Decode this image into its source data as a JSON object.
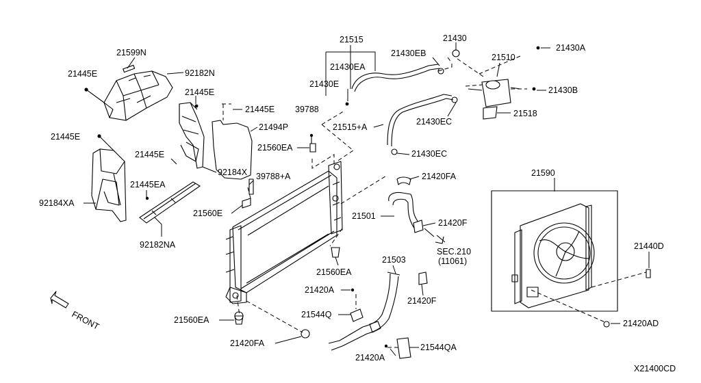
{
  "diagram_id": "X21400CD",
  "front_label": "FRONT",
  "callouts": {
    "p21599N": "21599N",
    "p92182N": "92182N",
    "p21445E_a": "21445E",
    "p21445E_b": "21445E",
    "p21445E_c": "21445E",
    "p21445E_d": "21445E",
    "p21445E_e": "21445E",
    "p21494P": "21494P",
    "p92184X": "92184X",
    "p92184XA": "92184XA",
    "p21445EA": "21445EA",
    "p92182NA": "92182NA",
    "p39788": "39788",
    "p39788A": "39788+A",
    "p21560EA_a": "21560EA",
    "p21560EA_b": "21560EA",
    "p21560EA_c": "21560EA",
    "p21560E": "21560E",
    "p21515": "21515",
    "p21430EA": "21430EA",
    "p21430E": "21430E",
    "p21430EB": "21430EB",
    "p21430": "21430",
    "p21510": "21510",
    "p21430A": "21430A",
    "p21430B": "21430B",
    "p21515A": "21515+A",
    "p21430EC_a": "21430EC",
    "p21430EC_b": "21430EC",
    "p21518": "21518",
    "p21420FA_a": "21420FA",
    "p21420FA_b": "21420FA",
    "p21501": "21501",
    "p21420F_a": "21420F",
    "p21420F_b": "21420F",
    "p21590": "21590",
    "p21440D": "21440D",
    "p21420AD": "21420AD",
    "sec_ref": "SEC.210",
    "sec_sub": "(11061)",
    "p21503": "21503",
    "p21420A_a": "21420A",
    "p21420A_b": "21420A",
    "p21544Q": "21544Q",
    "p21544QA": "21544QA"
  }
}
